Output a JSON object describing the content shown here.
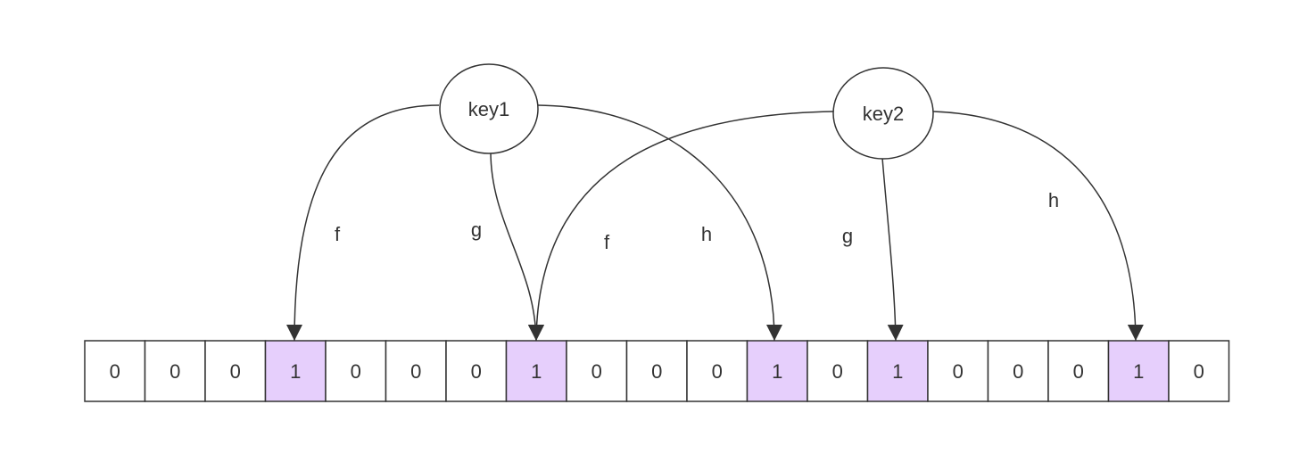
{
  "colors": {
    "background": "#ffffff",
    "stroke": "#333333",
    "highlight": "#e6cffc",
    "cell_fill": "#ffffff",
    "text": "#333333"
  },
  "bits": [
    "0",
    "0",
    "0",
    "1",
    "0",
    "0",
    "0",
    "1",
    "0",
    "0",
    "0",
    "1",
    "0",
    "1",
    "0",
    "0",
    "0",
    "1",
    "0"
  ],
  "keys": [
    {
      "label": "key1"
    },
    {
      "label": "key2"
    }
  ],
  "edges": [
    {
      "from": 0,
      "label": "f",
      "to_index": 3
    },
    {
      "from": 0,
      "label": "g",
      "to_index": 7
    },
    {
      "from": 0,
      "label": "h",
      "to_index": 11
    },
    {
      "from": 1,
      "label": "f",
      "to_index": 7
    },
    {
      "from": 1,
      "label": "g",
      "to_index": 13
    },
    {
      "from": 1,
      "label": "h",
      "to_index": 17
    }
  ]
}
